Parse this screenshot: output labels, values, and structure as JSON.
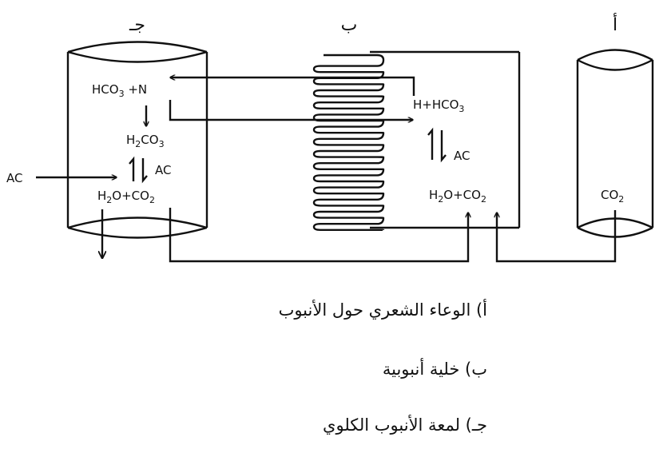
{
  "labels": {
    "left_vessel": "جـ",
    "middle_cell": "ب",
    "right_vessel": "أ"
  },
  "tubule_lumen": {
    "bicarbonate_plus_n": {
      "pre": "HCO",
      "sub": "3",
      "post": " +N"
    },
    "carbonic_acid": {
      "pre": "H",
      "sub": "2",
      "post": "CO",
      "sub2": "3"
    },
    "enzyme": "AC",
    "external_enzyme": "AC",
    "water_plus_co2": {
      "pre": "H",
      "sub": "2",
      "mid": "O+CO",
      "sub2": "2"
    }
  },
  "tubule_cell": {
    "h_plus_bicarbonate": {
      "pre": "H+HCO",
      "sub": "3"
    },
    "enzyme": "AC",
    "water_plus_co2": {
      "pre": "H",
      "sub": "2",
      "mid": "O+CO",
      "sub2": "2"
    }
  },
  "capillary": {
    "co2": {
      "pre": "CO",
      "sub": "2"
    }
  },
  "captions": [
    "أ) الوعاء الشعري حول الأنبوب",
    "ب) خلية أنبوبية",
    "جـ) لمعة الأنبوب الكلوي"
  ]
}
